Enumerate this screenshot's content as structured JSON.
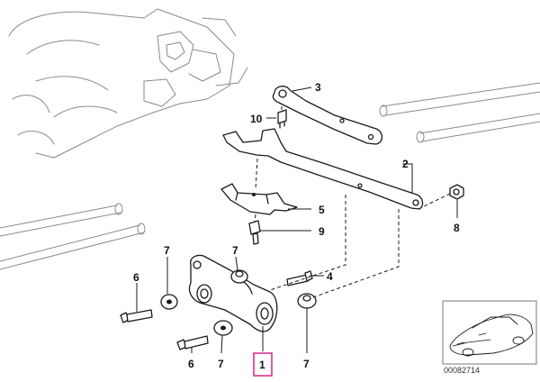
{
  "callouts": {
    "c1": "1",
    "c2": "2",
    "c3": "3",
    "c4": "4",
    "c5": "5",
    "c6a": "6",
    "c6b": "6",
    "c7a": "7",
    "c7b": "7",
    "c7c": "7",
    "c7d": "7",
    "c8": "8",
    "c9": "9",
    "c10": "10"
  },
  "diagram_code": "00082714",
  "colors": {
    "highlight": "#e0308c",
    "line": "#1a1a1a",
    "faint": "#8a8a8a"
  }
}
